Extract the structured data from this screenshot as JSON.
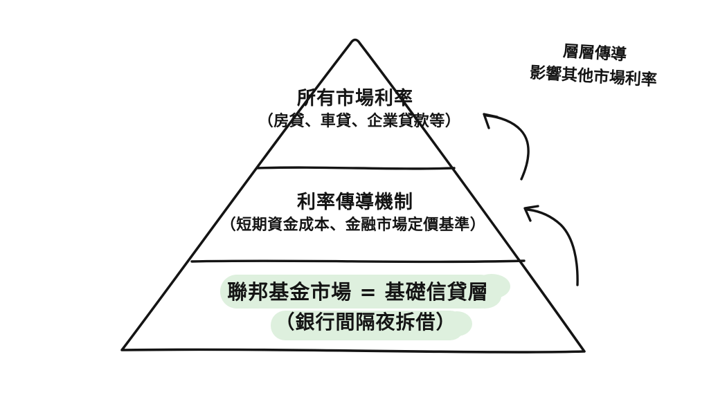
{
  "colors": {
    "background": "#ffffff",
    "ink": "#141414",
    "highlight_green": "#def0de"
  },
  "annotation": {
    "line1": "層層傳導",
    "line2": "影響其他市場利率"
  },
  "pyramid": {
    "tiers": [
      {
        "level": "top",
        "title": "所有市場利率",
        "subtitle": "（房貸、車貸、企業貸款等）",
        "highlighted": false
      },
      {
        "level": "middle",
        "title": "利率傳導機制",
        "subtitle": "（短期資金成本、金融市場定價基準）",
        "highlighted": false
      },
      {
        "level": "bottom",
        "title": "聯邦基金市場 = 基礎信貸層",
        "subtitle": "（銀行間隔夜拆借）",
        "highlighted": true
      }
    ]
  },
  "icons": {
    "upper_arrow": "curved-arrow-up-left",
    "lower_arrow": "curved-arrow-up-left"
  }
}
